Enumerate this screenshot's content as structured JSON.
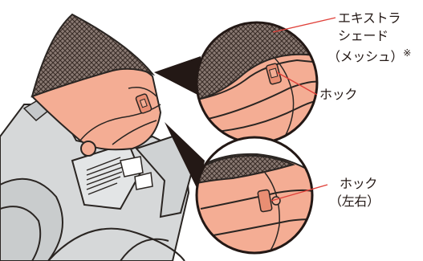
{
  "labels": {
    "extra_shade_1": "エキストラ",
    "extra_shade_2": "シェード",
    "extra_shade_3": "（メッシュ）",
    "note_mark": "※",
    "hook_top": "ホック",
    "hook_bottom_1": "ホック",
    "hook_bottom_2": "（左右）"
  },
  "colors": {
    "salmon": "#f4ad94",
    "salmon_dark": "#e98e73",
    "mesh": "#5a4a44",
    "seat_gray": "#d6d8d9",
    "seat_gray_dark": "#b9bcbe",
    "leader_red": "#e0413a",
    "outline": "#2a2522"
  }
}
